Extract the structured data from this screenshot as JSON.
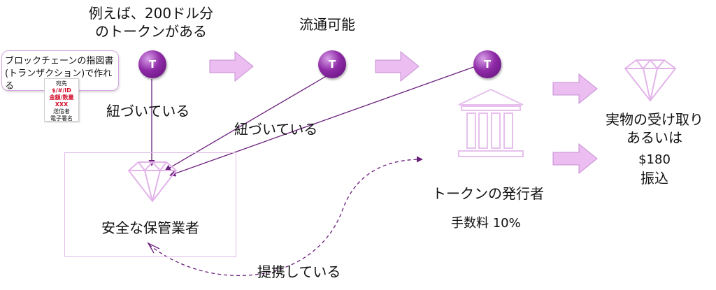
{
  "colors": {
    "accent": "#7a1a8e",
    "arrow_fill": "#e8b8ef",
    "arrow_stroke": "#c690d1",
    "outline": "#e1bde8"
  },
  "labels": {
    "example_line1": "例えば、200ドル分",
    "example_line2": "のトークンがある",
    "tradable": "流通可能",
    "linked_1": "紐づいている",
    "linked_2": "紐づいている",
    "custodian": "安全な保管業者",
    "issuer": "トークンの発行者",
    "fee": "手数料 10%",
    "redeem_line1": "実物の受け取り",
    "redeem_line2": "あるいは",
    "redeem_amount": "$180",
    "redeem_transfer": "振込",
    "partnership": "提携している"
  },
  "callout": {
    "line1": "ブロックチェーンの指図書",
    "line2": "(トランザクション)で作れる"
  },
  "document": {
    "line1": "宛先",
    "line2": "$/#/ID",
    "line3": "金額/数量",
    "line4": "XXX",
    "line5": "送信者",
    "line6": "電子署名"
  },
  "token_letter": "T",
  "icons": [
    "diamond-icon",
    "bank-building-icon",
    "block-arrow-icon",
    "token-icon"
  ]
}
